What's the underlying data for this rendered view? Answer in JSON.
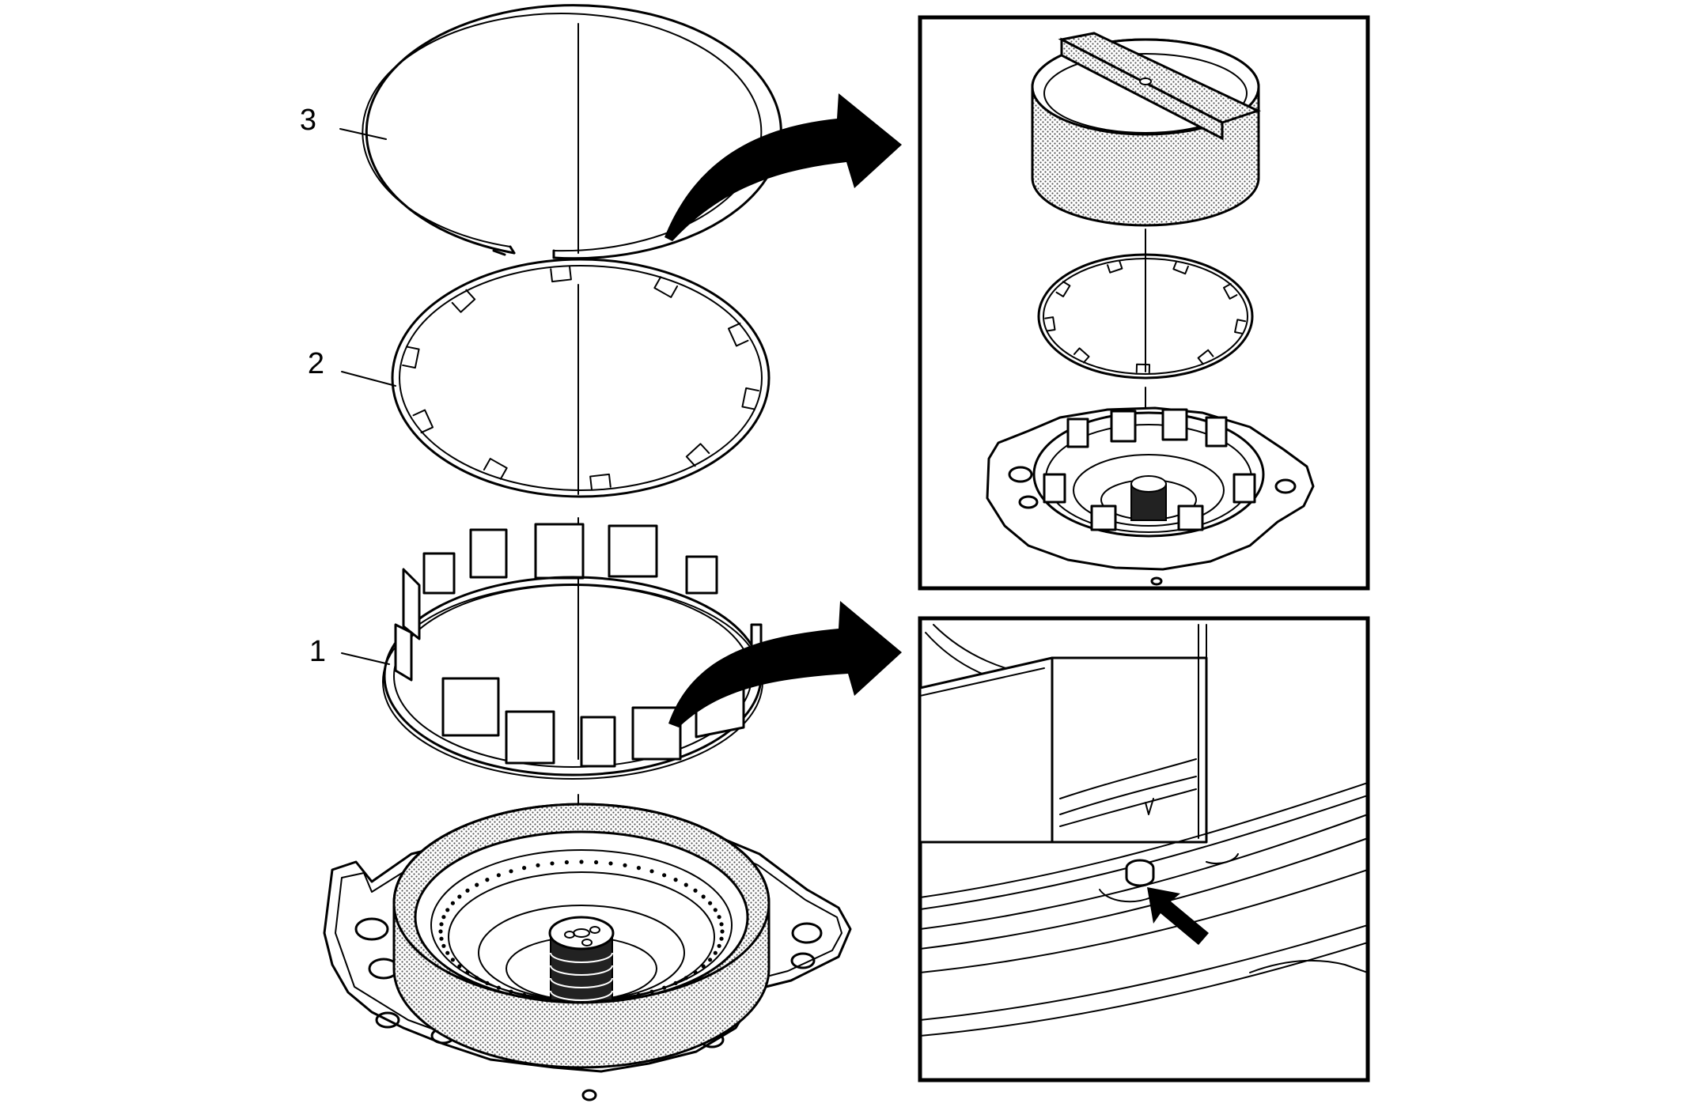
{
  "callouts": [
    {
      "id": "3",
      "label": "3"
    },
    {
      "id": "2",
      "label": "2"
    },
    {
      "id": "1",
      "label": "1"
    }
  ],
  "insets": [
    {
      "id": "top-inset"
    },
    {
      "id": "bottom-inset-detail"
    }
  ],
  "colors": {
    "line": "#000000",
    "background": "#ffffff",
    "stipple": "#9a9a9a"
  }
}
